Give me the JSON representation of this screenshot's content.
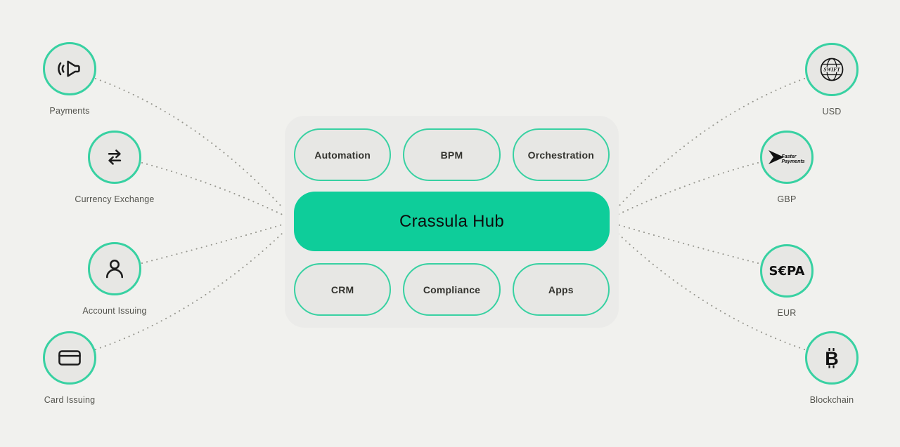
{
  "colors": {
    "background": "#f1f1ee",
    "accent_green": "#0ecd9a",
    "ring_green": "#38d1a2",
    "panel_gray": "#ebebe9",
    "node_gray": "#e7e7e4",
    "connector_dots": "#96968e"
  },
  "hub": {
    "title": "Crassula Hub",
    "modules_top": [
      "Automation",
      "BPM",
      "Orchestration"
    ],
    "modules_bottom": [
      "CRM",
      "Compliance",
      "Apps"
    ]
  },
  "left_nodes": [
    {
      "label": "Payments",
      "icon": "megaphone-icon"
    },
    {
      "label": "Currency Exchange",
      "icon": "currency-exchange-icon"
    },
    {
      "label": "Account Issuing",
      "icon": "person-icon"
    },
    {
      "label": "Card Issuing",
      "icon": "credit-card-icon"
    }
  ],
  "right_nodes": [
    {
      "label": "USD",
      "icon": "swift-globe-icon",
      "logo_text": "SWIFT"
    },
    {
      "label": "GBP",
      "icon": "faster-payments-icon",
      "logo_text": "Faster Payments"
    },
    {
      "label": "EUR",
      "icon": "sepa-logo-icon",
      "logo_text": "S€PA"
    },
    {
      "label": "Blockchain",
      "icon": "bitcoin-icon",
      "logo_text": "₿"
    }
  ]
}
